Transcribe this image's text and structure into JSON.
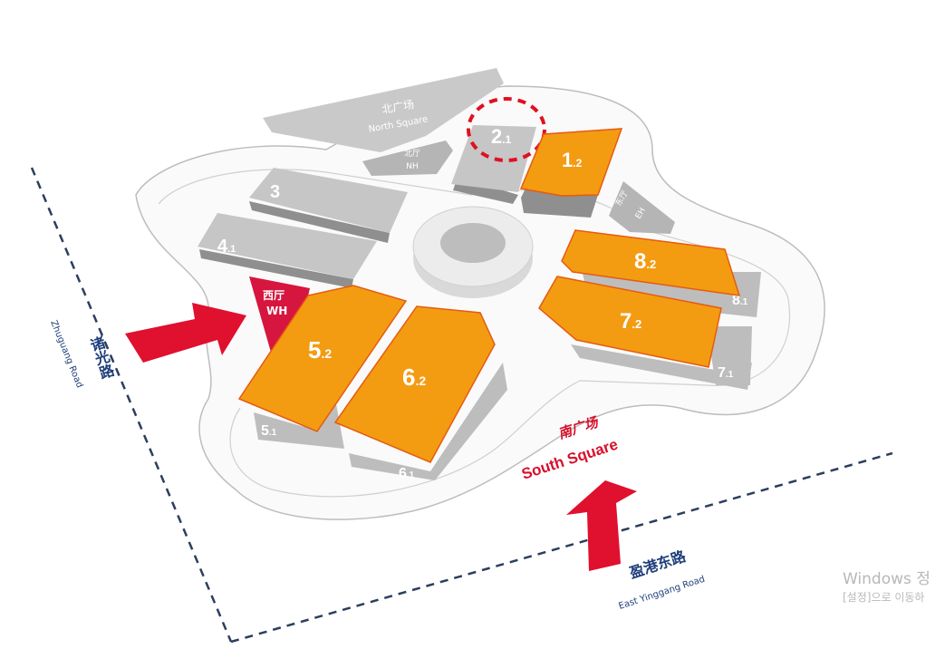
{
  "map": {
    "north_square": {
      "zh": "北广场",
      "en": "North Square"
    },
    "north_hall": {
      "zh": "北厅",
      "en": "NH"
    },
    "east_hall": {
      "zh": "东厅",
      "en": "EH"
    },
    "west_hall": {
      "zh": "西厅",
      "en": "WH"
    },
    "south_square": {
      "zh": "南广场",
      "en": "South Square"
    },
    "roads": {
      "left": {
        "zh": "诸光路",
        "en": "Zhuguang Road"
      },
      "bottom": {
        "zh": "盈港东路",
        "en": "East Yinggang Road"
      }
    },
    "halls": [
      {
        "id": "2.1",
        "major": "2",
        "minor": ".1",
        "highlighted": true
      },
      {
        "id": "1.2",
        "major": "1",
        "minor": ".2"
      },
      {
        "id": "3",
        "major": "3",
        "minor": ""
      },
      {
        "id": "4.1",
        "major": "4",
        "minor": ".1"
      },
      {
        "id": "8.2",
        "major": "8",
        "minor": ".2"
      },
      {
        "id": "8.1",
        "major": "8",
        "minor": ".1"
      },
      {
        "id": "7.2",
        "major": "7",
        "minor": ".2"
      },
      {
        "id": "7.1",
        "major": "7",
        "minor": ".1"
      },
      {
        "id": "5.2",
        "major": "5",
        "minor": ".2"
      },
      {
        "id": "5.1",
        "major": "5",
        "minor": ".1"
      },
      {
        "id": "6.2",
        "major": "6",
        "minor": ".2"
      },
      {
        "id": "6.1",
        "major": "6",
        "minor": ".1"
      }
    ],
    "colors": {
      "orange": "#f39c12",
      "gray": "#c4c4c4",
      "red": "#e0102f",
      "road": "#1f3f7a"
    }
  },
  "watermark": {
    "line1": "Windows 정",
    "line2": "[설정]으로 이동하"
  }
}
